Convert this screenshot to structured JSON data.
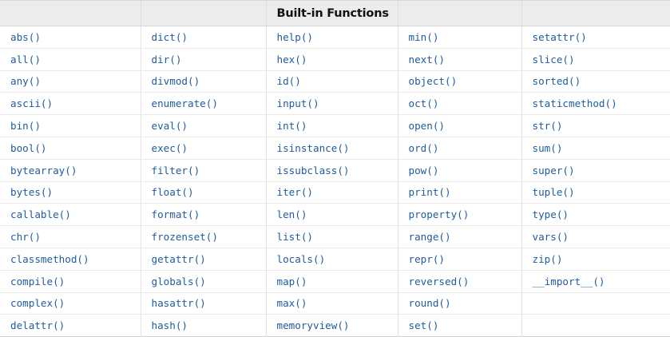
{
  "table": {
    "title": "Built-in Functions",
    "title_column_index": 2,
    "header_cells": [
      "",
      "",
      "Built-in Functions",
      "",
      ""
    ],
    "columns": 5,
    "colors": {
      "header_background": "#ececec",
      "header_text": "#121212",
      "cell_text": "#1f5b9e",
      "cell_background": "#ffffff",
      "border": "#e3e3e3",
      "page_background": "#ffffff"
    },
    "rows": [
      [
        "abs()",
        "dict()",
        "help()",
        "min()",
        "setattr()"
      ],
      [
        "all()",
        "dir()",
        "hex()",
        "next()",
        "slice()"
      ],
      [
        "any()",
        "divmod()",
        "id()",
        "object()",
        "sorted()"
      ],
      [
        "ascii()",
        "enumerate()",
        "input()",
        "oct()",
        "staticmethod()"
      ],
      [
        "bin()",
        "eval()",
        "int()",
        "open()",
        "str()"
      ],
      [
        "bool()",
        "exec()",
        "isinstance()",
        "ord()",
        "sum()"
      ],
      [
        "bytearray()",
        "filter()",
        "issubclass()",
        "pow()",
        "super()"
      ],
      [
        "bytes()",
        "float()",
        "iter()",
        "print()",
        "tuple()"
      ],
      [
        "callable()",
        "format()",
        "len()",
        "property()",
        "type()"
      ],
      [
        "chr()",
        "frozenset()",
        "list()",
        "range()",
        "vars()"
      ],
      [
        "classmethod()",
        "getattr()",
        "locals()",
        "repr()",
        "zip()"
      ],
      [
        "compile()",
        "globals()",
        "map()",
        "reversed()",
        "__import__()"
      ],
      [
        "complex()",
        "hasattr()",
        "max()",
        "round()",
        ""
      ],
      [
        "delattr()",
        "hash()",
        "memoryview()",
        "set()",
        ""
      ]
    ]
  }
}
